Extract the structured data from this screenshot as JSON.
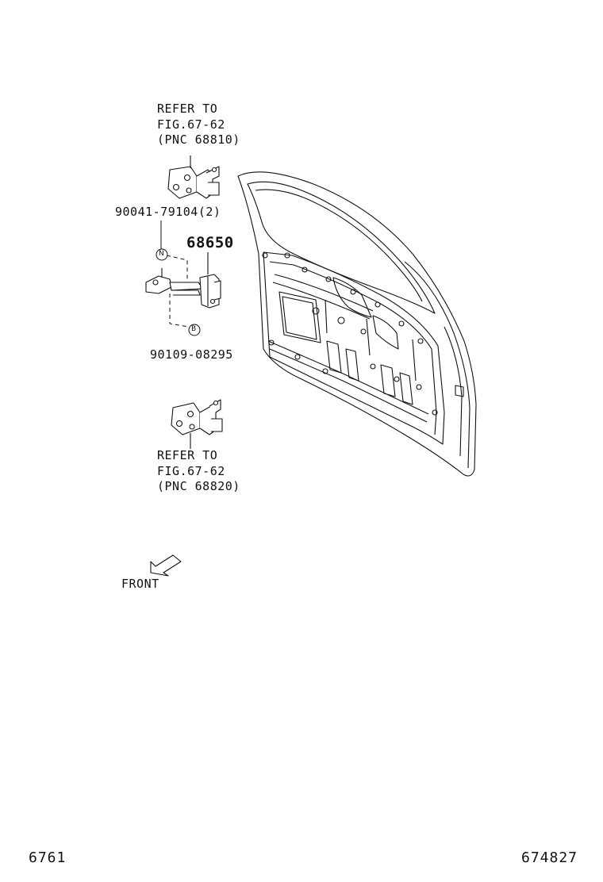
{
  "callouts": {
    "upper_hinge": [
      "REFER TO",
      "FIG.67-62",
      "(PNC 68810)"
    ],
    "lower_hinge": [
      "REFER TO",
      "FIG.67-62",
      "(PNC 68820)"
    ]
  },
  "parts": {
    "bolt": "90041-79104(2)",
    "checker": "68650",
    "bolt_b": "90109-08295"
  },
  "markers": {
    "n": "N",
    "b": "B"
  },
  "direction": "FRONT",
  "footer": {
    "left_code": "6761",
    "right_code": "674827"
  }
}
